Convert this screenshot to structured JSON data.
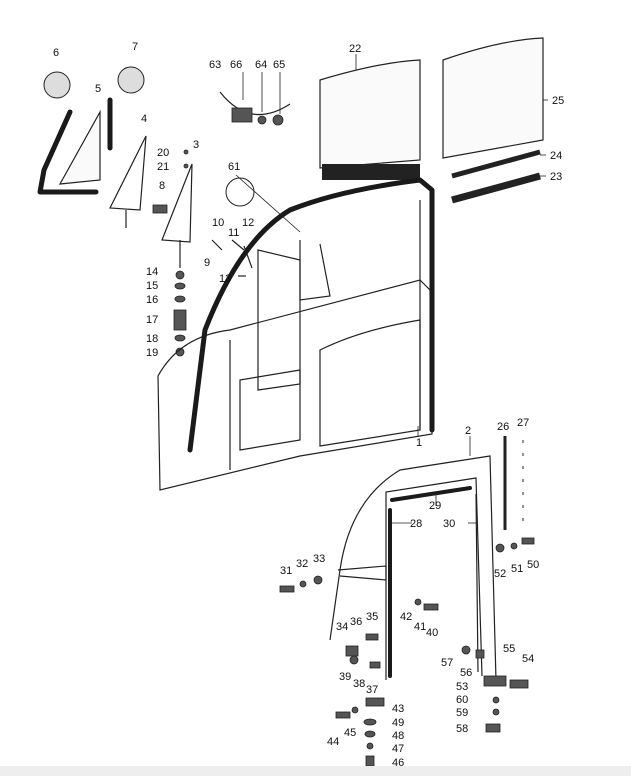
{
  "labels": [
    "1",
    "2",
    "3",
    "4",
    "5",
    "6",
    "7",
    "8",
    "9",
    "10",
    "11",
    "12",
    "13",
    "14",
    "15",
    "16",
    "17",
    "18",
    "19",
    "20",
    "21",
    "22",
    "23",
    "24",
    "25",
    "26",
    "27",
    "28",
    "29",
    "30",
    "31",
    "32",
    "33",
    "34",
    "35",
    "36",
    "37",
    "38",
    "39",
    "40",
    "41",
    "42",
    "43",
    "44",
    "45",
    "46",
    "47",
    "48",
    "49",
    "50",
    "51",
    "52",
    "53",
    "54",
    "55",
    "56",
    "57",
    "58",
    "59",
    "60",
    "61",
    "63",
    "64",
    "65",
    "66"
  ],
  "colors": {
    "ink": "#1a1a1a",
    "paper": "#ffffff",
    "bottom_bar": "#eeeeee"
  }
}
